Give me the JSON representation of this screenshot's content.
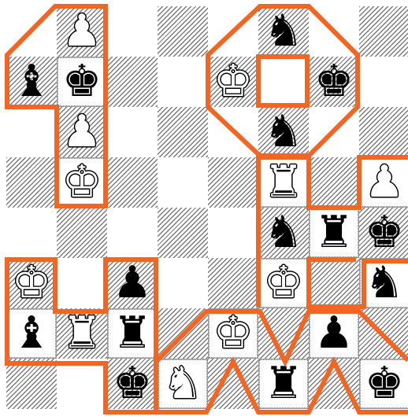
{
  "board": {
    "pieces": [
      {
        "square": "b8",
        "color": "white",
        "type": "pawn",
        "glyph": "♟"
      },
      {
        "square": "f8",
        "color": "black",
        "type": "knight",
        "glyph": "♞"
      },
      {
        "square": "a7",
        "color": "black",
        "type": "bishop",
        "glyph": "♝"
      },
      {
        "square": "b7",
        "color": "black",
        "type": "king",
        "glyph": "♚"
      },
      {
        "square": "e7",
        "color": "white",
        "type": "king",
        "glyph": "♚"
      },
      {
        "square": "g7",
        "color": "black",
        "type": "king",
        "glyph": "♚"
      },
      {
        "square": "b6",
        "color": "white",
        "type": "pawn",
        "glyph": "♟"
      },
      {
        "square": "f6",
        "color": "black",
        "type": "knight",
        "glyph": "♞"
      },
      {
        "square": "b5",
        "color": "white",
        "type": "king",
        "glyph": "♚"
      },
      {
        "square": "f5",
        "color": "white",
        "type": "rook",
        "glyph": "♜"
      },
      {
        "square": "h5",
        "color": "white",
        "type": "pawn",
        "glyph": "♟"
      },
      {
        "square": "f4",
        "color": "black",
        "type": "knight",
        "glyph": "♞"
      },
      {
        "square": "g4",
        "color": "black",
        "type": "rook",
        "glyph": "♜"
      },
      {
        "square": "h4",
        "color": "black",
        "type": "king",
        "glyph": "♚"
      },
      {
        "square": "a3",
        "color": "white",
        "type": "king",
        "glyph": "♚"
      },
      {
        "square": "c3",
        "color": "black",
        "type": "pawn",
        "glyph": "♟"
      },
      {
        "square": "f3",
        "color": "white",
        "type": "king",
        "glyph": "♚"
      },
      {
        "square": "h3",
        "color": "black",
        "type": "knight",
        "glyph": "♞"
      },
      {
        "square": "a2",
        "color": "black",
        "type": "bishop",
        "glyph": "♝"
      },
      {
        "square": "b2",
        "color": "white",
        "type": "rook",
        "glyph": "♜"
      },
      {
        "square": "c2",
        "color": "black",
        "type": "rook",
        "glyph": "♜"
      },
      {
        "square": "e2",
        "color": "white",
        "type": "king",
        "glyph": "♚"
      },
      {
        "square": "g2",
        "color": "black",
        "type": "pawn",
        "glyph": "♟"
      },
      {
        "square": "d1",
        "color": "white",
        "type": "knight",
        "glyph": "♞"
      },
      {
        "square": "c1",
        "color": "black",
        "type": "king",
        "glyph": "♚"
      },
      {
        "square": "f1",
        "color": "black",
        "type": "rook",
        "glyph": "♜"
      },
      {
        "square": "h1",
        "color": "black",
        "type": "king",
        "glyph": "♚"
      }
    ],
    "highlight_color": "#f26522"
  }
}
